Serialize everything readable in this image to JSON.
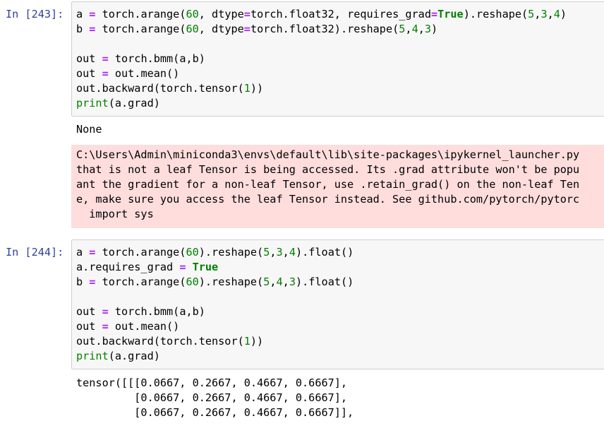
{
  "cell1": {
    "prompt": "In [243]:",
    "lines": [
      [
        {
          "t": "a ",
          "c": ""
        },
        {
          "t": "=",
          "c": "o"
        },
        {
          "t": " torch.arange(",
          "c": ""
        },
        {
          "t": "60",
          "c": "n"
        },
        {
          "t": ", dtype",
          "c": ""
        },
        {
          "t": "=",
          "c": "o"
        },
        {
          "t": "torch.float32, requires_grad",
          "c": ""
        },
        {
          "t": "=",
          "c": "o"
        },
        {
          "t": "True",
          "c": "k"
        },
        {
          "t": ").reshape(",
          "c": ""
        },
        {
          "t": "5",
          "c": "n"
        },
        {
          "t": ",",
          "c": ""
        },
        {
          "t": "3",
          "c": "n"
        },
        {
          "t": ",",
          "c": ""
        },
        {
          "t": "4",
          "c": "n"
        },
        {
          "t": ")",
          "c": ""
        }
      ],
      [
        {
          "t": "b ",
          "c": ""
        },
        {
          "t": "=",
          "c": "o"
        },
        {
          "t": " torch.arange(",
          "c": ""
        },
        {
          "t": "60",
          "c": "n"
        },
        {
          "t": ", dtype",
          "c": ""
        },
        {
          "t": "=",
          "c": "o"
        },
        {
          "t": "torch.float32).reshape(",
          "c": ""
        },
        {
          "t": "5",
          "c": "n"
        },
        {
          "t": ",",
          "c": ""
        },
        {
          "t": "4",
          "c": "n"
        },
        {
          "t": ",",
          "c": ""
        },
        {
          "t": "3",
          "c": "n"
        },
        {
          "t": ")",
          "c": ""
        }
      ],
      [],
      [
        {
          "t": "out ",
          "c": ""
        },
        {
          "t": "=",
          "c": "o"
        },
        {
          "t": " torch.bmm(a,b)",
          "c": ""
        }
      ],
      [
        {
          "t": "out ",
          "c": ""
        },
        {
          "t": "=",
          "c": "o"
        },
        {
          "t": " out.mean()",
          "c": ""
        }
      ],
      [
        {
          "t": "out.backward(torch.tensor(",
          "c": ""
        },
        {
          "t": "1",
          "c": "n"
        },
        {
          "t": "))",
          "c": ""
        }
      ],
      [
        {
          "t": "print",
          "c": "b"
        },
        {
          "t": "(a.grad)",
          "c": ""
        }
      ]
    ],
    "output": "None",
    "stderr": [
      "C:\\Users\\Admin\\miniconda3\\envs\\default\\lib\\site-packages\\ipykernel_launcher.py",
      "that is not a leaf Tensor is being accessed. Its .grad attribute won't be popu",
      "ant the gradient for a non-leaf Tensor, use .retain_grad() on the non-leaf Ten",
      "e, make sure you access the leaf Tensor instead. See github.com/pytorch/pytorc",
      "  import sys"
    ]
  },
  "cell2": {
    "prompt": "In [244]:",
    "lines": [
      [
        {
          "t": "a ",
          "c": ""
        },
        {
          "t": "=",
          "c": "o"
        },
        {
          "t": " torch.arange(",
          "c": ""
        },
        {
          "t": "60",
          "c": "n"
        },
        {
          "t": ").reshape(",
          "c": ""
        },
        {
          "t": "5",
          "c": "n"
        },
        {
          "t": ",",
          "c": ""
        },
        {
          "t": "3",
          "c": "n"
        },
        {
          "t": ",",
          "c": ""
        },
        {
          "t": "4",
          "c": "n"
        },
        {
          "t": ").float()",
          "c": ""
        }
      ],
      [
        {
          "t": "a.requires_grad ",
          "c": ""
        },
        {
          "t": "=",
          "c": "o"
        },
        {
          "t": " ",
          "c": ""
        },
        {
          "t": "True",
          "c": "k"
        }
      ],
      [
        {
          "t": "b ",
          "c": ""
        },
        {
          "t": "=",
          "c": "o"
        },
        {
          "t": " torch.arange(",
          "c": ""
        },
        {
          "t": "60",
          "c": "n"
        },
        {
          "t": ").reshape(",
          "c": ""
        },
        {
          "t": "5",
          "c": "n"
        },
        {
          "t": ",",
          "c": ""
        },
        {
          "t": "4",
          "c": "n"
        },
        {
          "t": ",",
          "c": ""
        },
        {
          "t": "3",
          "c": "n"
        },
        {
          "t": ").float()",
          "c": ""
        }
      ],
      [],
      [
        {
          "t": "out ",
          "c": ""
        },
        {
          "t": "=",
          "c": "o"
        },
        {
          "t": " torch.bmm(a,b)",
          "c": ""
        }
      ],
      [
        {
          "t": "out ",
          "c": ""
        },
        {
          "t": "=",
          "c": "o"
        },
        {
          "t": " out.mean()",
          "c": ""
        }
      ],
      [
        {
          "t": "out.backward(torch.tensor(",
          "c": ""
        },
        {
          "t": "1",
          "c": "n"
        },
        {
          "t": "))",
          "c": ""
        }
      ],
      [
        {
          "t": "print",
          "c": "b"
        },
        {
          "t": "(a.grad)",
          "c": ""
        }
      ]
    ],
    "output": [
      "tensor([[[0.0667, 0.2667, 0.4667, 0.6667],",
      "         [0.0667, 0.2667, 0.4667, 0.6667],",
      "         [0.0667, 0.2667, 0.4667, 0.6667]],"
    ]
  },
  "colors": {
    "prompt": "#303f9f",
    "stderr_bg": "#ffdddd",
    "keyword": "#008000",
    "operator": "#aa22ff",
    "number": "#008000"
  }
}
